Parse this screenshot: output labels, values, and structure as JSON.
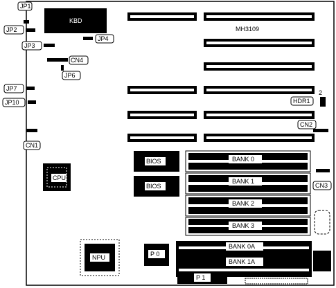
{
  "board": {
    "model": "MH3109",
    "hdr1_pin": "2"
  },
  "labels": {
    "jp1": "JP1",
    "jp2": "JP2",
    "jp3": "JP3",
    "jp4": "JP4",
    "jp6": "JP6",
    "jp7": "JP7",
    "jp10": "JP10",
    "cn1": "CN1",
    "cn2": "CN2",
    "cn3": "CN3",
    "cn4": "CN4",
    "kbd": "KBD",
    "cpu": "CPU",
    "npu": "NPU",
    "hdr1": "HDR1",
    "bios_a": "BIOS",
    "bios_b": "BIOS",
    "bank0": "BANK 0",
    "bank1": "BANK 1",
    "bank2": "BANK 2",
    "bank3": "BANK 3",
    "bank0a": "BANK 0A",
    "bank1a": "BANK 1A",
    "p0": "P 0",
    "p1": "P 1"
  }
}
